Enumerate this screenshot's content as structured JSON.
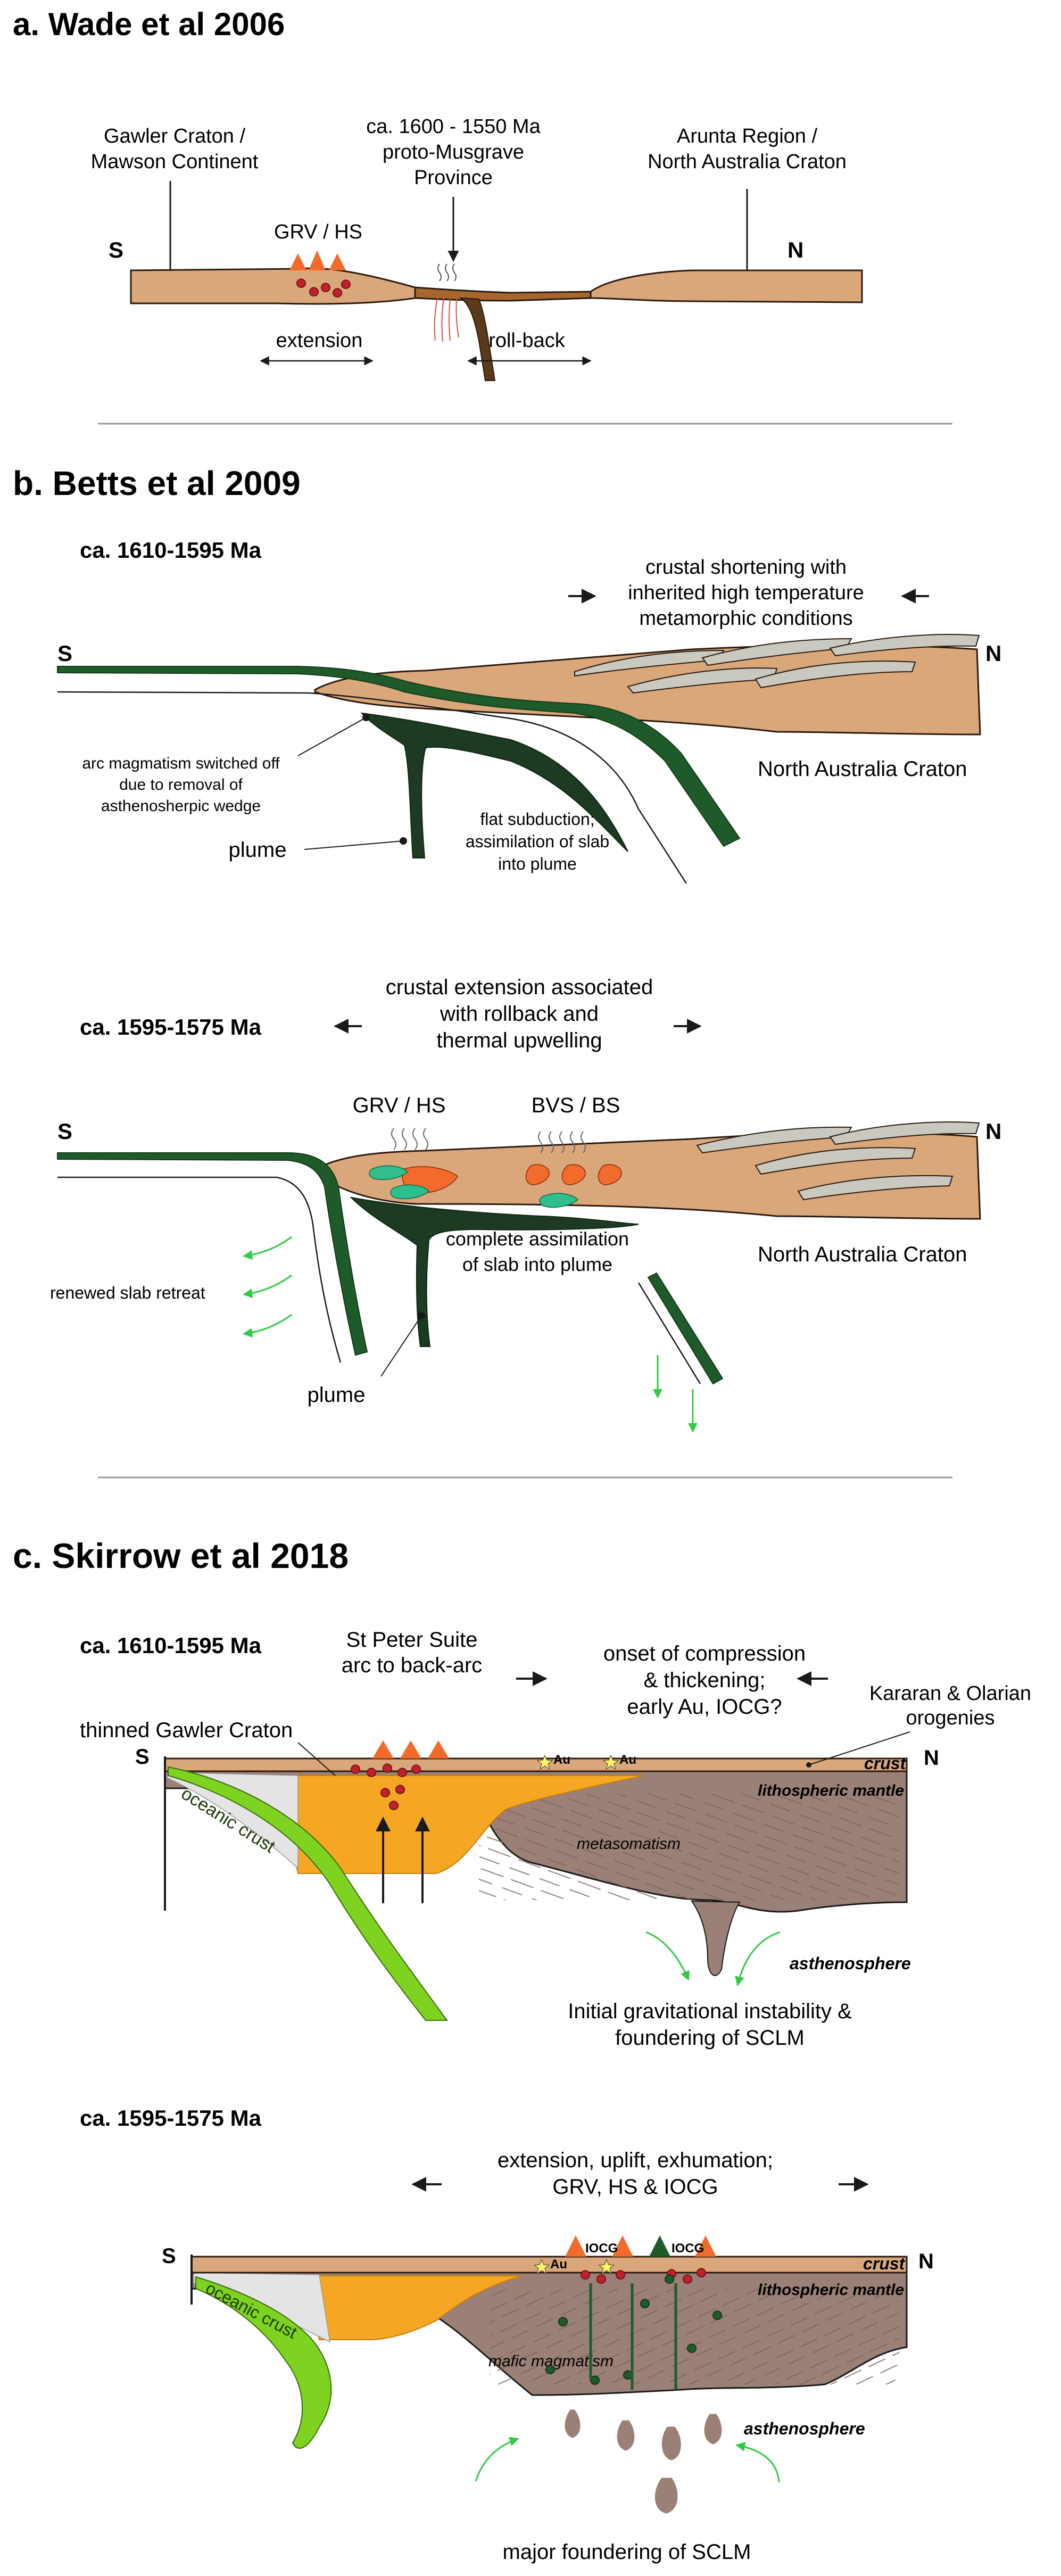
{
  "colors": {
    "crust_tan": "#d9a77a",
    "crust_outline": "#2a1a10",
    "slab_dark_green": "#1f5b2a",
    "plume_dark_green": "#1c3b22",
    "sediment_grey": "#c9c9c0",
    "orange_magma": "#f26b2a",
    "teal_magma": "#2fbf8c",
    "red_dyke": "#c4202a",
    "gold_lith": "#f5a623",
    "mantle_brown": "#9a8076",
    "oceanic_green": "#7ed321",
    "arrow_green": "#2ecc40",
    "thin_wedge_grey": "#e4e4e4",
    "divider": "#9a9a9a"
  },
  "panel_a": {
    "title": "a. Wade et al 2006",
    "label_left": [
      "Gawler Craton /",
      "Mawson Continent"
    ],
    "label_mid": [
      "ca. 1600 - 1550 Ma",
      "proto-Musgrave",
      "Province"
    ],
    "label_right": [
      "Arunta Region /",
      "North Australia Craton"
    ],
    "grv": "GRV / HS",
    "s": "S",
    "n": "N",
    "extension": "extension",
    "rollback": "roll-back"
  },
  "panel_b": {
    "title": "b. Betts et al 2009",
    "top": {
      "age": "ca. 1610-1595 Ma",
      "s": "S",
      "n": "N",
      "shortening": [
        "crustal shortening with",
        "inherited high temperature",
        "metamorphic conditions"
      ],
      "arc_off": [
        "arc magmatism switched off",
        "due to removal of",
        "asthenosherpic wedge"
      ],
      "nac": "North Australia Craton",
      "flat": [
        "flat subduction;",
        "assimilation of slab",
        "into plume"
      ],
      "plume": "plume"
    },
    "bottom": {
      "age": "ca. 1595-1575 Ma",
      "extension": [
        "crustal extension associated",
        "with rollback and",
        "thermal upwelling"
      ],
      "s": "S",
      "n": "N",
      "grv": "GRV / HS",
      "bvs": "BVS / BS",
      "complete": [
        "complete assimilation",
        "of slab into plume"
      ],
      "nac": "North Australia Craton",
      "retreat": "renewed slab retreat",
      "plume": "plume"
    }
  },
  "panel_c": {
    "title": "c. Skirrow et al 2018",
    "top": {
      "age": "ca. 1610-1595 Ma",
      "stpeter": [
        "St Peter Suite",
        "arc to back-arc"
      ],
      "onset": [
        "onset of compression",
        "& thickening;",
        "early Au, IOCG?"
      ],
      "kararan": [
        "Kararan & Olarian",
        "orogenies"
      ],
      "thinned": "thinned Gawler Craton",
      "s": "S",
      "n": "N",
      "au1": "Au",
      "au2": "Au",
      "crust": "crust",
      "lith": "lithospheric mantle",
      "oceanic": "oceanic crust",
      "metasomatism": "metasomatism",
      "astheno": "asthenosphere",
      "initial": [
        "Initial gravitational instability &",
        "foundering of SCLM"
      ]
    },
    "bottom": {
      "age": "ca. 1595-1575 Ma",
      "extension": [
        "extension, uplift, exhumation;",
        "GRV, HS & IOCG"
      ],
      "s": "S",
      "n": "N",
      "iocg1": "IOCG",
      "iocg2": "IOCG",
      "au": "Au",
      "crust": "crust",
      "lith": "lithospheric mantle",
      "oceanic": "oceanic crust",
      "mafic": "mafic magmatism",
      "astheno": "asthenosphere",
      "major": "major foundering of SCLM"
    }
  }
}
